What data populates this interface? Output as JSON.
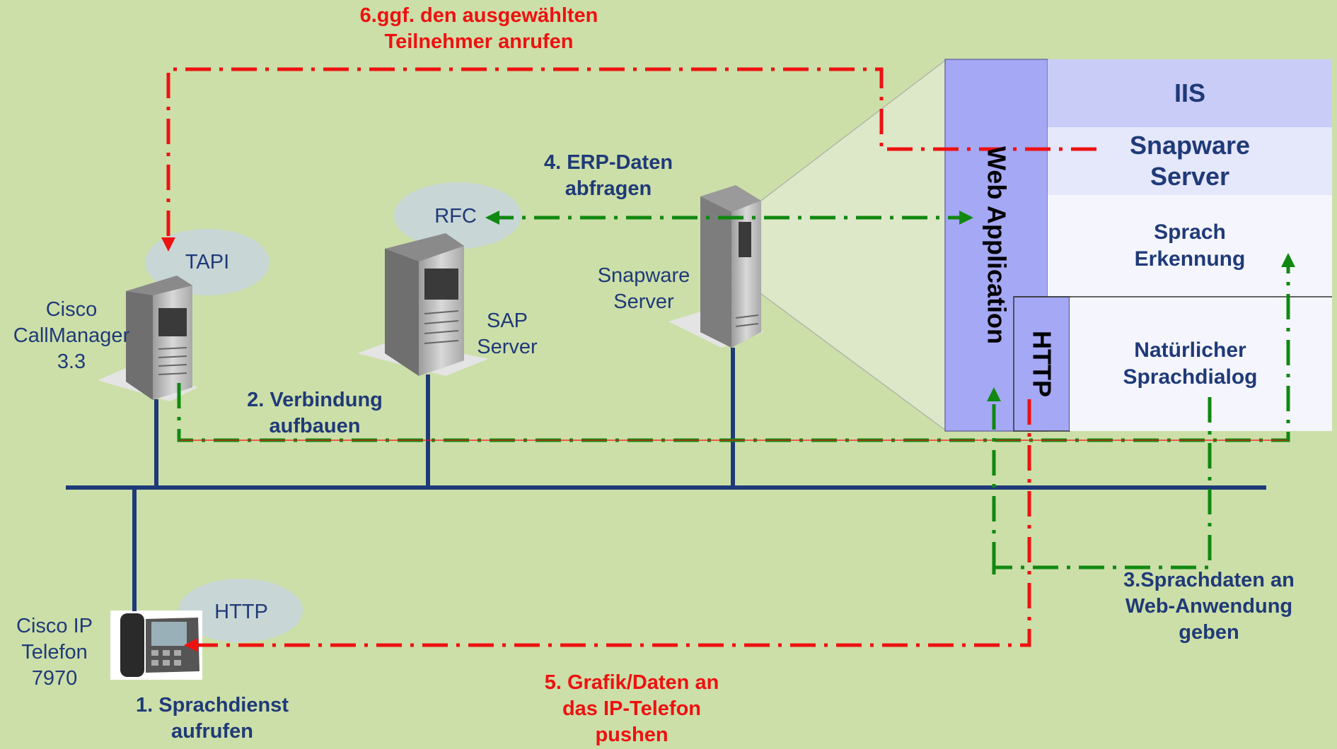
{
  "protocols": {
    "tapi": "TAPI",
    "rfc": "RFC",
    "http_phone": "HTTP"
  },
  "devices": {
    "callmanager": "Cisco\nCallManager\n3.3",
    "sap": "SAP\nServer",
    "snapware": "Snapware\nServer",
    "phone": "Cisco IP\nTelefon\n7970"
  },
  "steps": {
    "step1": "1. Sprachdienst\naufrufen",
    "step2": "2. Verbindung\naufbauen",
    "step3": "3.Sprachdaten an\nWeb-Anwendung\ngeben",
    "step4": "4. ERP-Daten\nabfragen",
    "step5": "5. Grafik/Daten an\ndas IP-Telefon\npushen",
    "step6": "6.ggf. den ausgewählten\nTeilnehmer anrufen"
  },
  "stack": {
    "web_application": "Web Application",
    "http": "HTTP",
    "iis": "IIS",
    "snapware_server": "Snapware\nServer",
    "sprach_erkennung": "Sprach\nErkennung",
    "sprachdialog": "Natürlicher\nSprachdialog"
  },
  "colors": {
    "background": "#ccdfa8",
    "network_line": "#1f3a78",
    "flow_green": "#118811",
    "flow_red": "#ee1111",
    "label_blue": "#1f3a78",
    "protocol_bubble": "#c8d6d6",
    "web_app_block": "#a5a8f4",
    "iis_block": "#c9ccf7"
  }
}
